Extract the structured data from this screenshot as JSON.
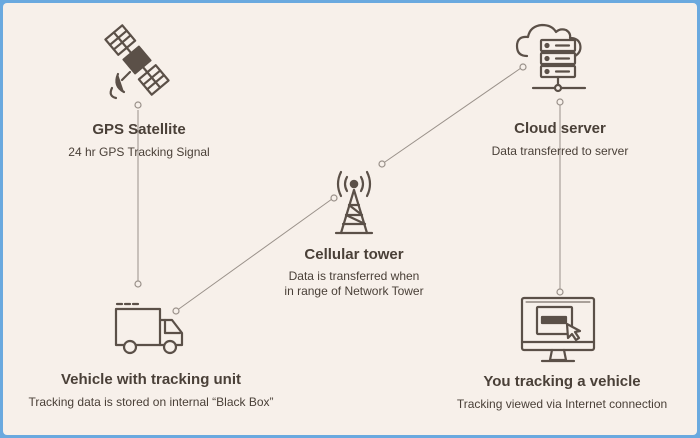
{
  "nodes": {
    "gps": {
      "title": "GPS Satellite",
      "subtitle": "24 hr GPS Tracking Signal",
      "icon": "satellite-icon"
    },
    "cloud": {
      "title": "Cloud server",
      "subtitle": "Data transferred to server",
      "icon": "cloud-server-icon"
    },
    "tower": {
      "title": "Cellular tower",
      "subtitle_line1": "Data is transferred when",
      "subtitle_line2": "in range of Network Tower",
      "icon": "cellular-tower-icon"
    },
    "vehicle": {
      "title": "Vehicle with tracking unit",
      "subtitle": "Tracking data is stored on internal “Black Box”",
      "icon": "truck-icon"
    },
    "user": {
      "title": "You tracking a vehicle",
      "subtitle": "Tracking viewed via Internet connection",
      "icon": "monitor-icon"
    }
  },
  "colors": {
    "background": "#f7f0ea",
    "icon": "#5b5048",
    "connector": "#9a918a",
    "frame": "#6aa9df"
  }
}
